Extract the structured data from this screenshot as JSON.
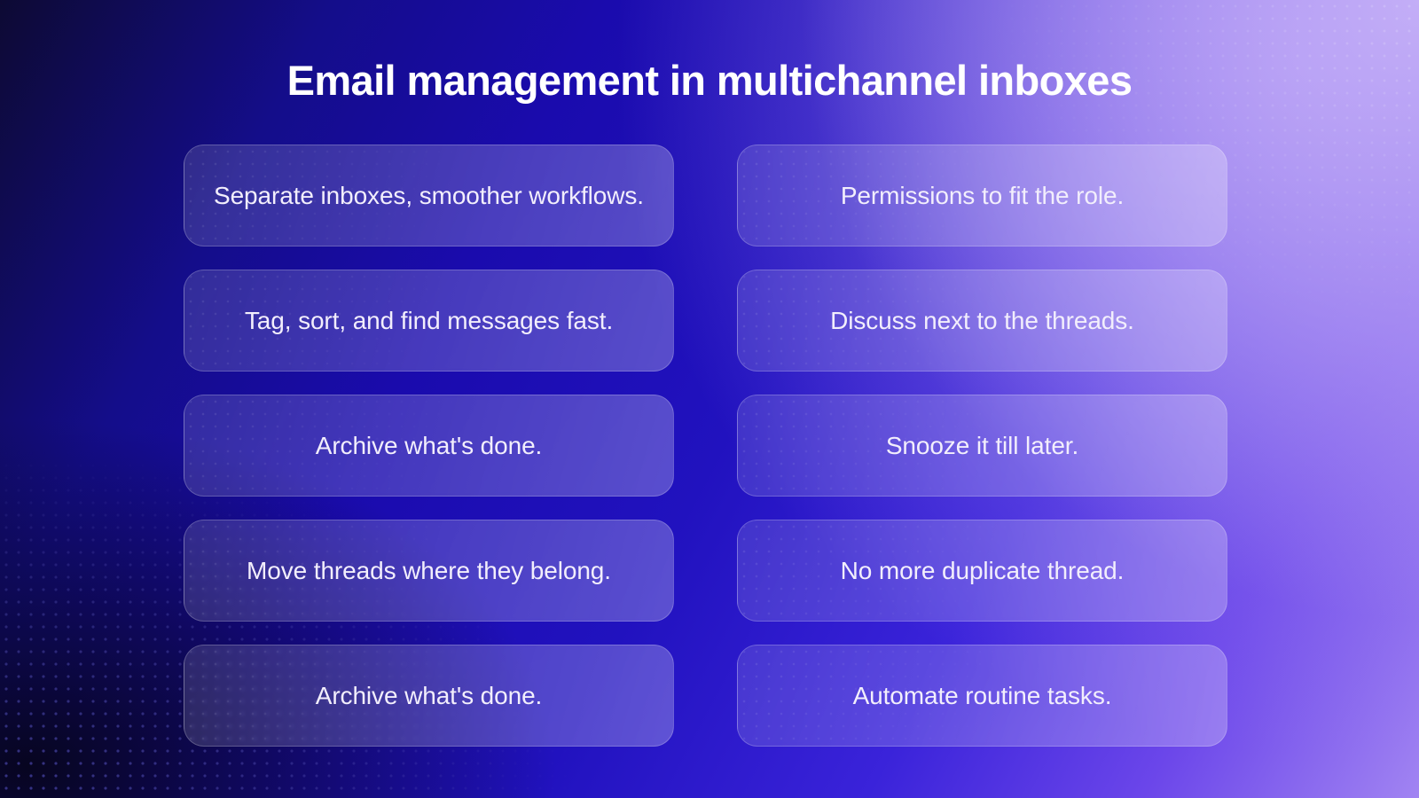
{
  "header": {
    "title": "Email management in multichannel inboxes"
  },
  "theme": {
    "background_top_left": "#1a0bad",
    "background_top_right": "#9a7ef0",
    "background_bottom_left": "#0b0a2e",
    "background_bottom_right": "#2112bf",
    "card_surface": "rgba(255,255,255,0.20)",
    "card_border": "rgba(255,255,255,0.22)",
    "title_color": "#ffffff",
    "card_text_color": "#f2eefc"
  },
  "grid": {
    "columns": 2,
    "rows": 5,
    "cards": [
      {
        "id": "separate-inboxes",
        "label": "Separate inboxes, smoother workflows.",
        "column": "left",
        "row": 1
      },
      {
        "id": "permissions-role",
        "label": "Permissions to fit the role.",
        "column": "right",
        "row": 1
      },
      {
        "id": "tag-sort-find",
        "label": "Tag, sort, and find messages fast.",
        "column": "left",
        "row": 2
      },
      {
        "id": "discuss-threads",
        "label": "Discuss next to the threads.",
        "column": "right",
        "row": 2
      },
      {
        "id": "archive-done-1",
        "label": "Archive what's done.",
        "column": "left",
        "row": 3
      },
      {
        "id": "snooze-later",
        "label": "Snooze it till later.",
        "column": "right",
        "row": 3
      },
      {
        "id": "move-threads",
        "label": "Move threads where they belong.",
        "column": "left",
        "row": 4
      },
      {
        "id": "no-duplicate-thread",
        "label": "No more duplicate thread.",
        "column": "right",
        "row": 4
      },
      {
        "id": "archive-done-2",
        "label": "Archive what's done.",
        "column": "left",
        "row": 5
      },
      {
        "id": "automate-tasks",
        "label": "Automate routine tasks.",
        "column": "right",
        "row": 5
      }
    ]
  }
}
